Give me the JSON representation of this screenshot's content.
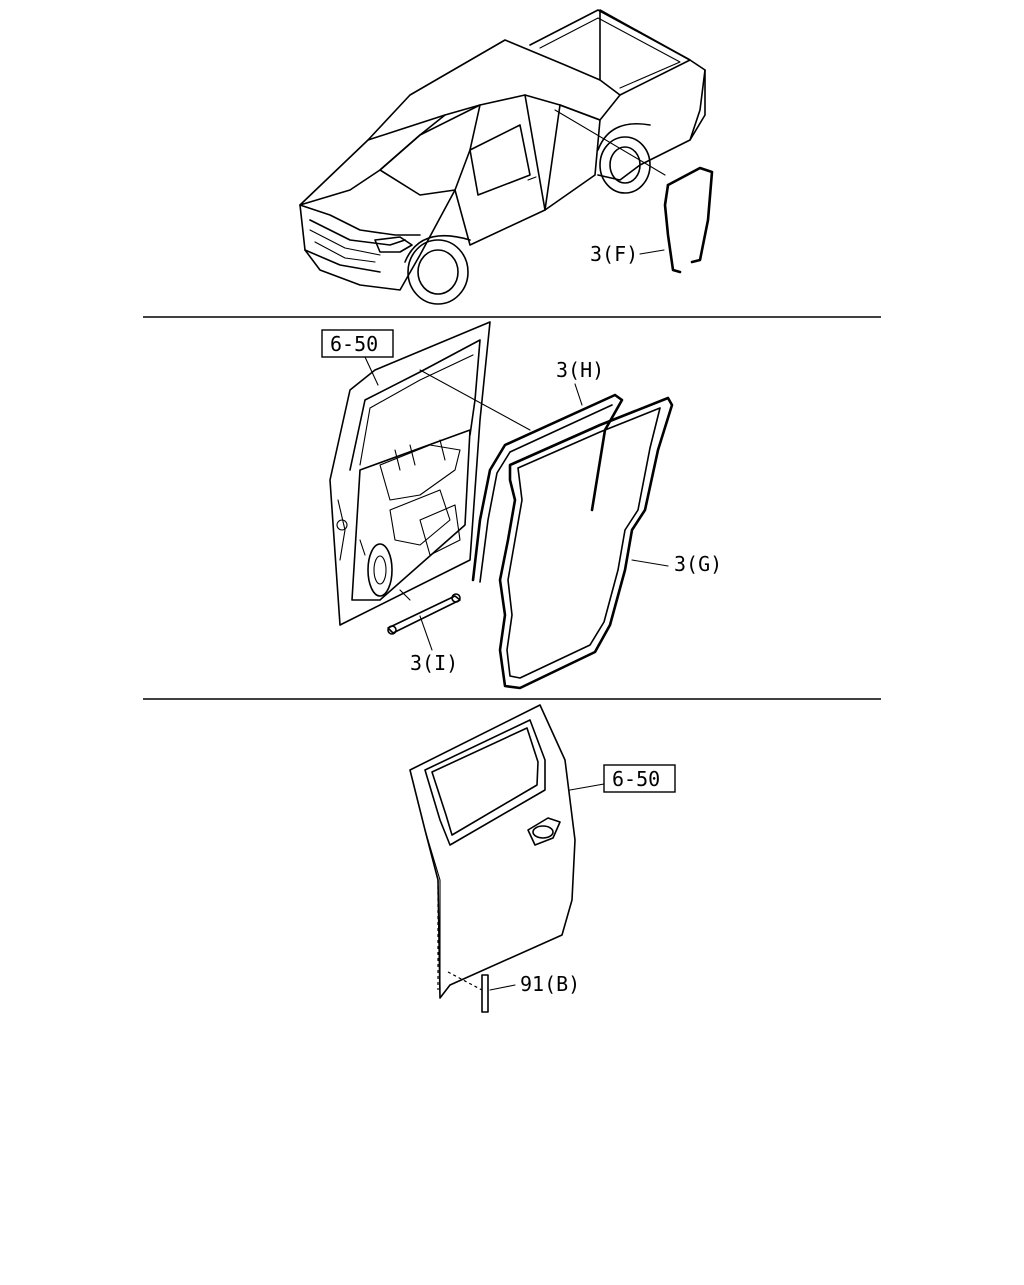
{
  "labels": {
    "part_3f": "3(F)",
    "part_3h": "3(H)",
    "part_3g": "3(G)",
    "part_3i": "3(I)",
    "part_91b": "91(B)",
    "ref_top": "6-50",
    "ref_bottom": "6-50"
  }
}
